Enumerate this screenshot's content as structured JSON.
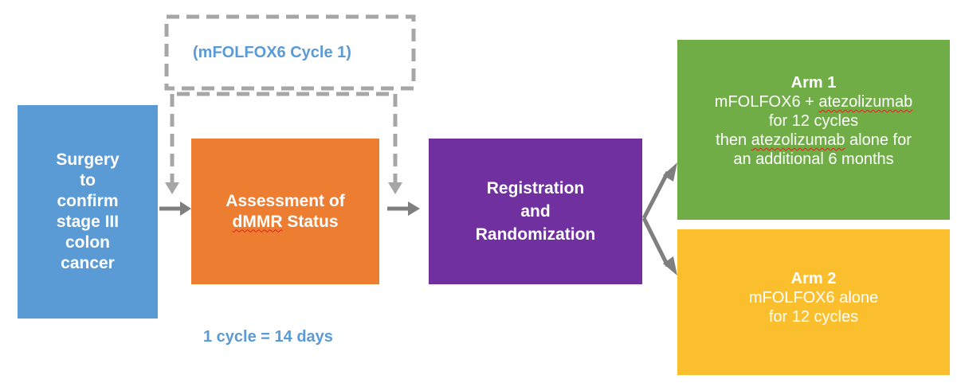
{
  "colors": {
    "surgery": "#5b9bd5",
    "assessment": "#ed7d31",
    "registration": "#7030a0",
    "arm1": "#70ad47",
    "arm2": "#fbbf2d",
    "caption": "#5b9bd5",
    "connector": "#7f7f7f",
    "dashed_frame": "#a6a6a6",
    "spellcheck_underline": "#e02020"
  },
  "dashed_label": "(mFOLFOX6 Cycle 1)",
  "boxes": {
    "surgery": {
      "lines": [
        "Surgery",
        "to",
        "confirm",
        "stage III",
        "colon",
        "cancer"
      ]
    },
    "assessment": {
      "line1": "Assessment of",
      "line2_underlined": "dMMR",
      "line2_rest": " Status"
    },
    "registration": {
      "lines": [
        "Registration",
        "and",
        "Randomization"
      ]
    },
    "arm1": {
      "title": "Arm 1",
      "line1_pre": "mFOLFOX6 + ",
      "line1_underlined": "atezolizumab",
      "line2": "for 12 cycles",
      "line3_pre": "then ",
      "line3_underlined": "atezolizumab",
      "line3_post": " alone for",
      "line4": "an additional 6 months"
    },
    "arm2": {
      "title": "Arm 2",
      "line1": "mFOLFOX6 alone",
      "line2": "for 12 cycles"
    }
  },
  "footnote": "1 cycle = 14 days"
}
